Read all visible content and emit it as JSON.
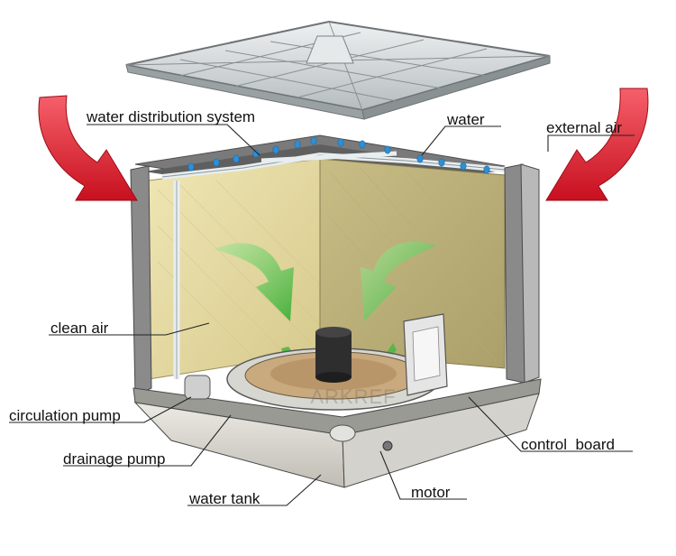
{
  "labels": {
    "water_distribution_system": "water distribution system",
    "water": "water",
    "external_air": "external air",
    "clean_air": "clean air",
    "circulation_pump": "circulation pump",
    "drainage_pump": "drainage pump",
    "water_tank": "water tank",
    "motor": "motor",
    "control_board": "control  board"
  },
  "watermark": "ARKREF",
  "colors": {
    "arrow_red": "#e0172b",
    "arrow_green": "#5cc24a",
    "pad_yellow": "#e9dfa2",
    "frame_gray": "#6f6f6f",
    "water_drop": "#2d8fd6",
    "lid": "#d8dcdd"
  }
}
